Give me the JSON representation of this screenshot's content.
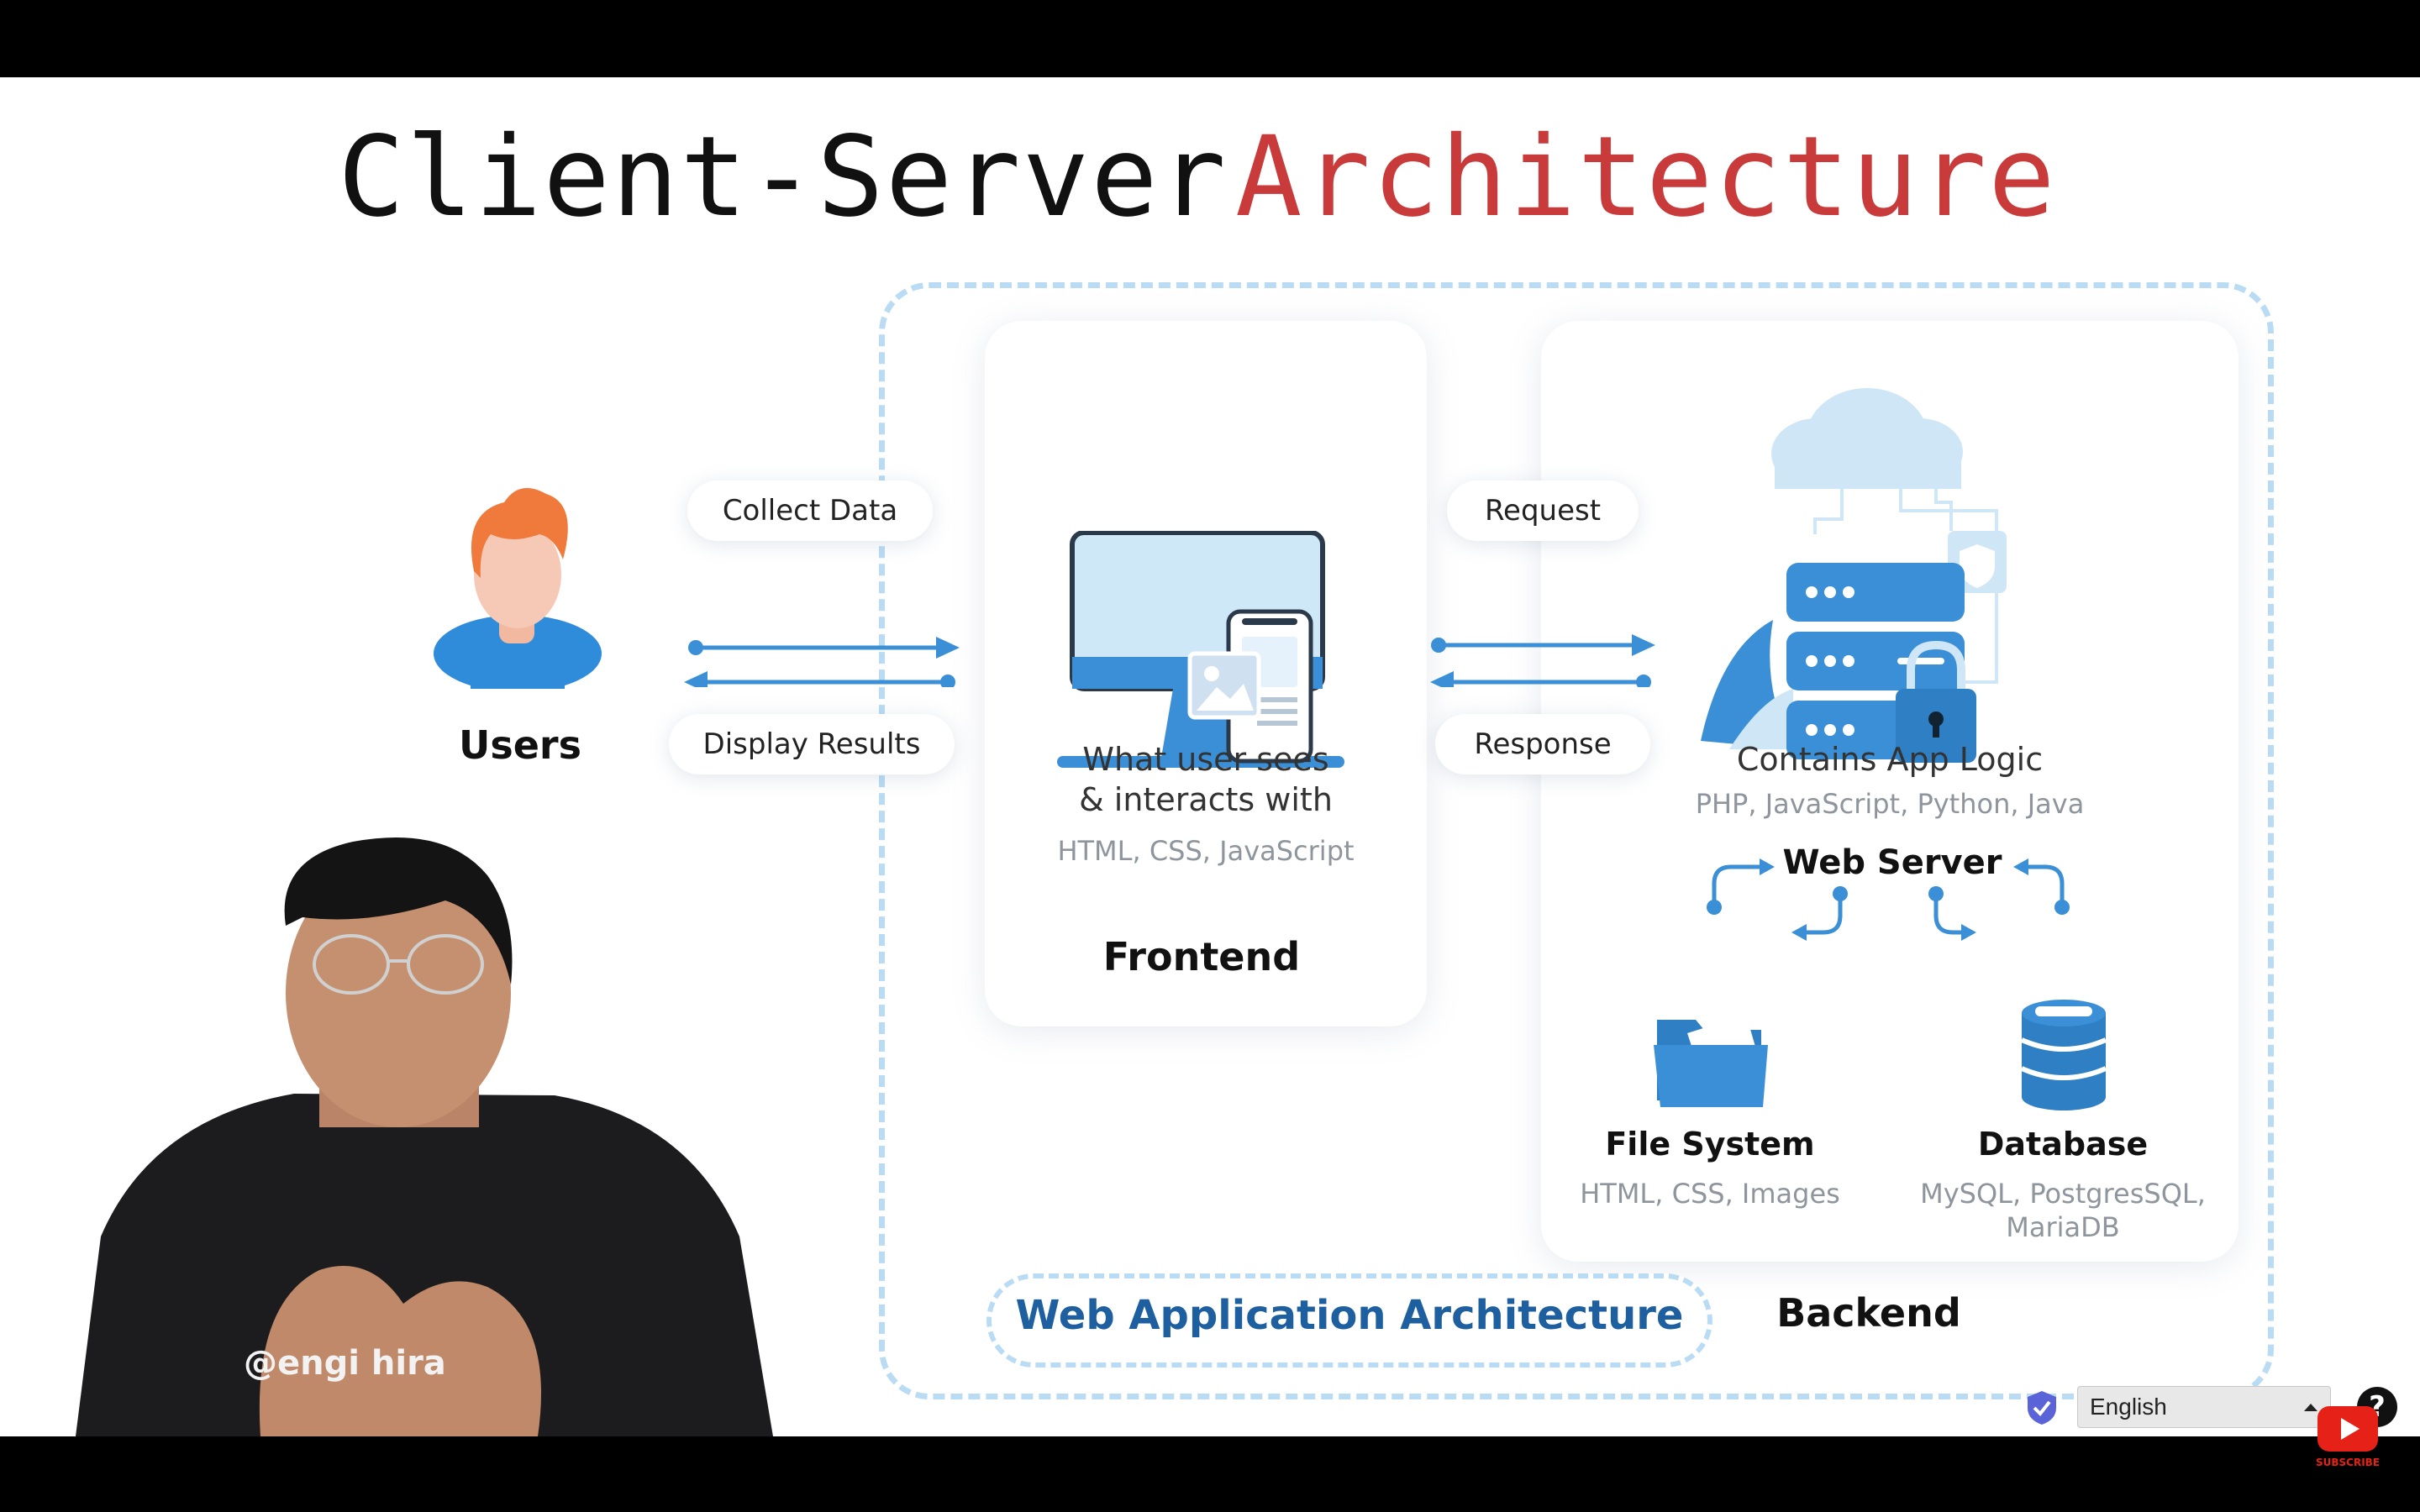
{
  "title": {
    "part1": "Client-Server",
    "part2": "Architecture"
  },
  "colors": {
    "accent_red": "#c93a3a",
    "primary_blue": "#3a8fd6",
    "dashed_border": "#b9dcf4",
    "dark_blue_text": "#1d5f9f"
  },
  "users": {
    "label": "Users",
    "icon": "user-avatar-icon"
  },
  "arrows_left": {
    "top_label": "Collect Data",
    "bottom_label": "Display Results"
  },
  "arrows_right": {
    "top_label": "Request",
    "bottom_label": "Response"
  },
  "frontend": {
    "icon": "monitor-and-phone-icon",
    "desc_line1": "What user sees",
    "desc_line2": "& interacts  with",
    "tech": "HTML, CSS, JavaScript",
    "label": "Frontend"
  },
  "backend": {
    "icon": "cloud-server-stack-icon",
    "desc": "Contains App Logic",
    "tech": "PHP, JavaScript, Python, Java",
    "web_server": "Web Server",
    "file_system": {
      "label": "File System",
      "tech": "HTML, CSS, Images",
      "icon": "folder-icon"
    },
    "database": {
      "label": "Database",
      "tech_line1": "MySQL, PostgresSQL,",
      "tech_line2": "MariaDB",
      "icon": "database-icon"
    },
    "label": "Backend"
  },
  "web_app_label": "Web Application Architecture",
  "presenter": {
    "shirt_text": "@engi      hira"
  },
  "player": {
    "language": "English",
    "subscribe": "SUBSCRIBE"
  }
}
